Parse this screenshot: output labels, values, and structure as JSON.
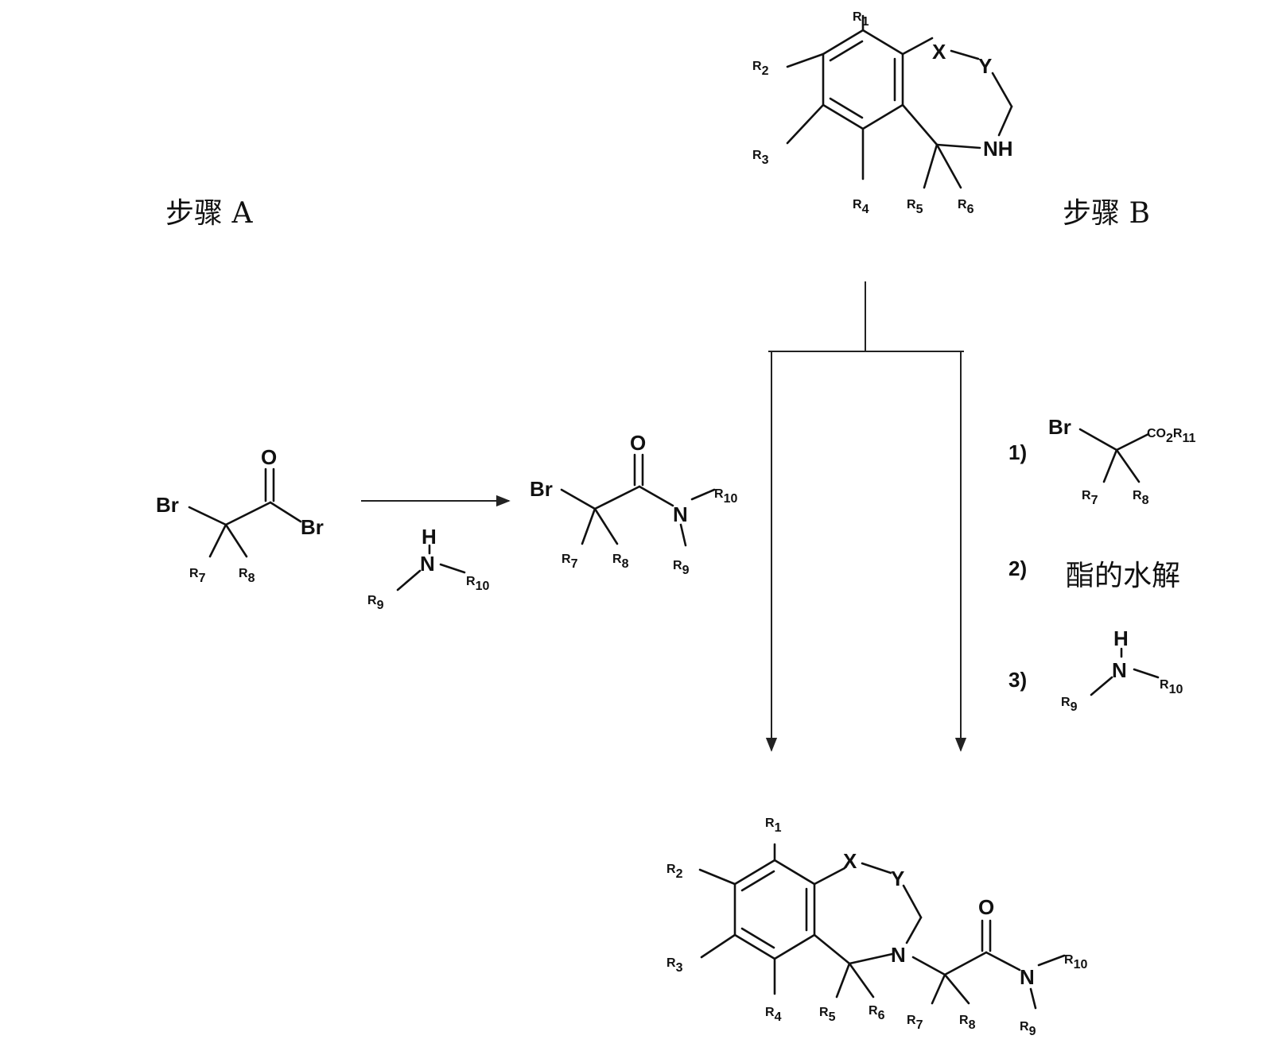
{
  "steps": {
    "step_a": "步骤 A",
    "step_b": "步骤 B"
  },
  "atoms": {
    "Br": "Br",
    "O": "O",
    "N": "N",
    "H": "H",
    "NH": "NH",
    "X": "X",
    "Y": "Y",
    "R": "R"
  },
  "subs": {
    "r1": "1",
    "r2": "2",
    "r3": "3",
    "r4": "4",
    "r5": "5",
    "r6": "6",
    "r7": "7",
    "r8": "8",
    "r9": "9",
    "r10": "10"
  },
  "reagents_b": {
    "step1_num": "1)",
    "step2_num": "2)",
    "step3_num": "3)",
    "co2r11": "CO",
    "co2_sub": "2",
    "r11_base": "R",
    "r11_sub": "11",
    "hydrolysis": "酯的水解"
  }
}
